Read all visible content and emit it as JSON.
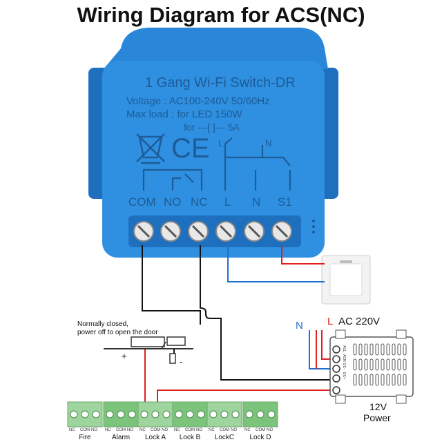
{
  "title": "Wiring Diagram for ACS(NC)",
  "module": {
    "name": "1 Gang Wi-Fi Switch-DR",
    "voltage": "Voltage : AC100-240V 50/60Hz",
    "max_load": "Max load : for LED 150W",
    "max_load_2": "for ---[ ]--- 5A",
    "ce_mark": "CE",
    "terminals": [
      "COM",
      "NO",
      "NC",
      "L",
      "N",
      "S1"
    ],
    "schematic_labels": {
      "l": "L",
      "n": "N"
    }
  },
  "lock": {
    "note_line1": "Normally closed,",
    "note_line2": "power off to open the door",
    "plus": "+",
    "minus": "-"
  },
  "power_input": {
    "n": "N",
    "l": "L",
    "voltage": "AC 220V"
  },
  "power_supply": {
    "label_line1": "12V",
    "label_line2": "Power",
    "pins": [
      "ACL",
      "ACN",
      "DC-",
      "DC+"
    ]
  },
  "controller": {
    "groups": [
      {
        "pins": [
          "NC",
          "COM",
          "NO"
        ],
        "name": "Fire"
      },
      {
        "pins": [
          "NC",
          "COM",
          "NO"
        ],
        "name": "Alarm"
      },
      {
        "pins": [
          "NC",
          "COM",
          "NO"
        ],
        "name": "Lock A"
      },
      {
        "pins": [
          "NC",
          "COM",
          "NO"
        ],
        "name": "Lock B"
      },
      {
        "pins": [
          "NC",
          "COM",
          "NO"
        ],
        "name": "LockC"
      },
      {
        "pins": [
          "NC",
          "COM",
          "NO"
        ],
        "name": "Lock D"
      }
    ]
  },
  "colors": {
    "module_blue": "#2f8fe0",
    "module_dark": "#1f6fbf",
    "wire_red": "#e02020",
    "wire_blue": "#1e6fd0",
    "wire_black": "#111111",
    "terminal_green": "#7cc47c"
  }
}
